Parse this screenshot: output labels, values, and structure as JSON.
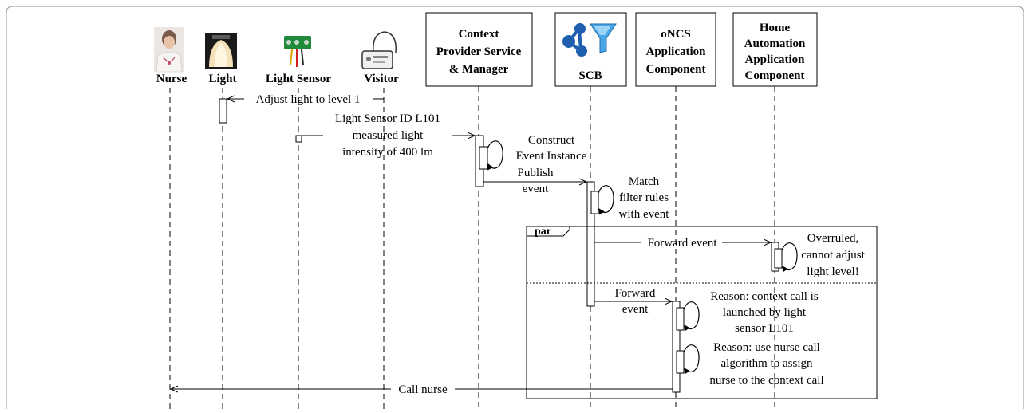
{
  "actors": {
    "nurse": "Nurse",
    "light": "Light",
    "light_sensor": "Light Sensor",
    "visitor": "Visitor"
  },
  "components": {
    "context_provider": [
      "Context",
      "Provider Service",
      "& Manager"
    ],
    "scb": "SCB",
    "oncs": [
      "oNCS",
      "Application",
      "Component"
    ],
    "home_automation": [
      "Home",
      "Automation",
      "Application",
      "Component"
    ]
  },
  "messages": {
    "adjust_light": "Adjust light to level 1",
    "sensor_measure": [
      "Light Sensor ID L101",
      "measured light",
      "intensity of 400 lm"
    ],
    "construct_event": [
      "Construct",
      "Event Instance"
    ],
    "publish_event": [
      "Publish",
      "event"
    ],
    "match_filter": [
      "Match",
      "filter rules",
      "with event"
    ],
    "forward_event_ha": "Forward event",
    "overruled": [
      "Overruled,",
      "cannot adjust",
      "light level!"
    ],
    "forward_event_oncs": [
      "Forward",
      "event"
    ],
    "reason_context": [
      "Reason: context call is",
      "launched by light",
      "sensor L101"
    ],
    "reason_algorithm": [
      "Reason: use nurse call",
      "algorithm to assign",
      "nurse to the context call"
    ],
    "call_nurse": "Call nurse"
  },
  "fragment": {
    "operator": "par"
  }
}
